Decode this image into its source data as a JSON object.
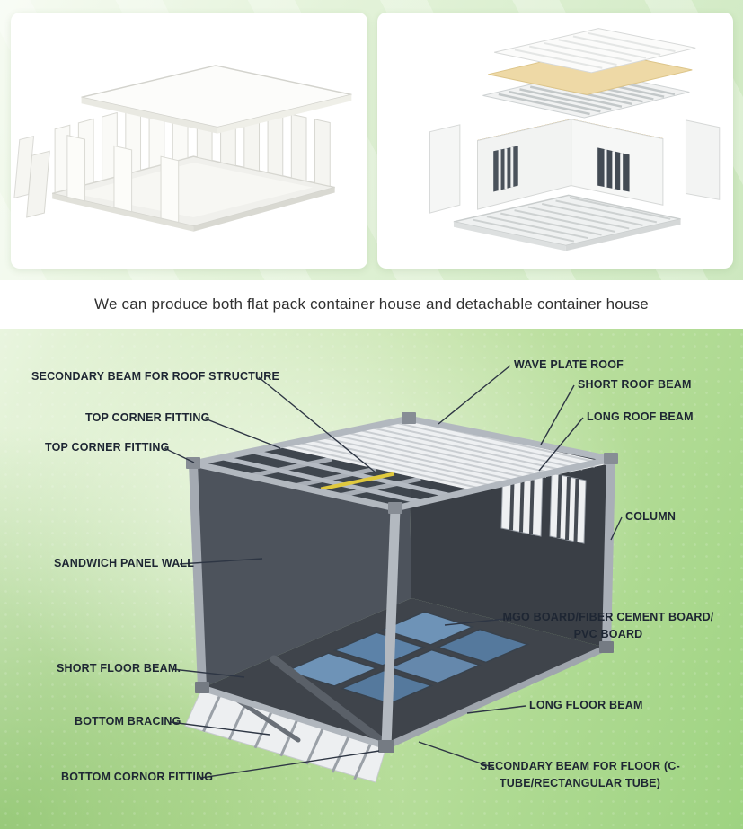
{
  "caption": {
    "text": "We can produce both flat pack container house and detachable container house"
  },
  "colors": {
    "section_green": "#9ed381",
    "label_text": "#1e2633",
    "mat_blue": "#5c82a8",
    "frame_gray": "#a8aeb6",
    "roof_white": "#eef0f2",
    "accent_yellow": "#e0c93e"
  },
  "gallery": {
    "left": {
      "name": "flat-pack-container-house-render"
    },
    "right": {
      "name": "detachable-container-house-render"
    }
  },
  "diagram": {
    "labels": [
      {
        "text": "SECONDARY BEAM FOR ROOF STRUCTURE"
      },
      {
        "text": "WAVE PLATE ROOF"
      },
      {
        "text": "SHORT ROOF BEAM"
      },
      {
        "text": "TOP CORNER FITTING"
      },
      {
        "text": "LONG ROOF BEAM"
      },
      {
        "text": "TOP CORNER FITTING"
      },
      {
        "text": "COLUMN"
      },
      {
        "text": "SANDWICH PANEL WALL"
      },
      {
        "text": "MGO BOARD/FIBER CEMENT BOARD/ PVC BOARD"
      },
      {
        "text": "SHORT FLOOR BEAM."
      },
      {
        "text": "LONG FLOOR BEAM"
      },
      {
        "text": "BOTTOM BRACING"
      },
      {
        "text": "SECONDARY BEAM FOR FLOOR (C-TUBE/RECTANGULAR TUBE)"
      },
      {
        "text": "BOTTOM CORNOR FITTING"
      }
    ]
  }
}
